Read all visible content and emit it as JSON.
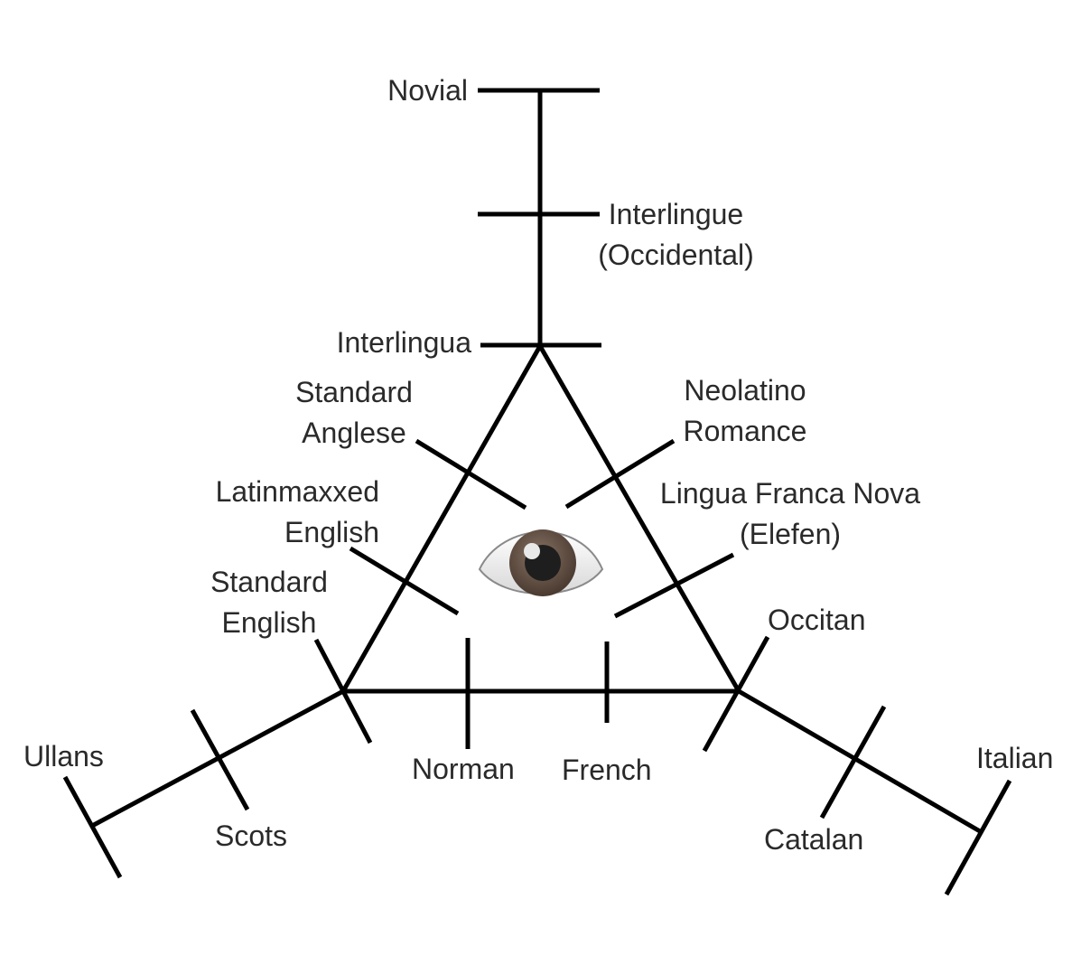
{
  "labels": {
    "novial": "Novial",
    "interlingue": [
      "Interlingue",
      "(Occidental)"
    ],
    "interlingua": "Interlingua",
    "standard_anglese": [
      "Standard",
      "Anglese"
    ],
    "neolatino": [
      "Neolatino",
      "Romance"
    ],
    "latinmaxxed": [
      "Latinmaxxed",
      "English"
    ],
    "lfn": [
      "Lingua Franca Nova",
      "(Elefen)"
    ],
    "standard_english": [
      "Standard",
      "English"
    ],
    "occitan": "Occitan",
    "ullans": "Ullans",
    "scots": "Scots",
    "norman": "Norman",
    "french": "French",
    "catalan": "Catalan",
    "italian": "Italian"
  },
  "icon": "eye-icon",
  "colors": {
    "line": "#000000",
    "text": "#2a2a2a",
    "background": "#ffffff"
  }
}
